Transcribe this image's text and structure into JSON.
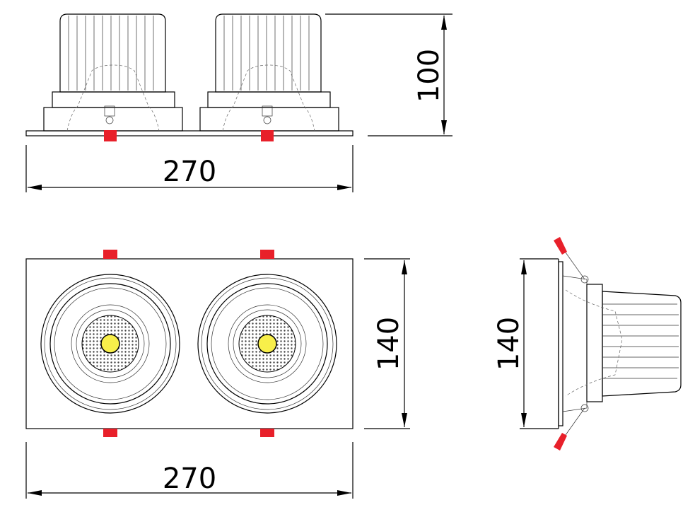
{
  "dimensions": {
    "front_height": "100",
    "front_width": "270",
    "top_height": "140",
    "top_width": "270",
    "side_height": "140"
  },
  "colors": {
    "line": "#000000",
    "spring_clip": "#e8202a",
    "led": "#f8ef4a",
    "background": "#ffffff"
  }
}
